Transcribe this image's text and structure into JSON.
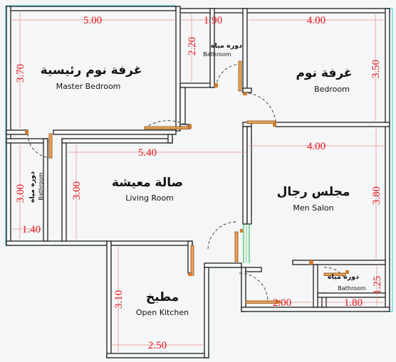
{
  "rooms": {
    "master_bedroom": {
      "ar": "غرفة نوم رئيسية",
      "en": "Master Bedroom",
      "width": "5.00",
      "height": "3.70"
    },
    "bath_top": {
      "ar": "دوره مياه",
      "en": "Bathroom",
      "width": "1.90",
      "height": "2.20"
    },
    "bedroom": {
      "ar": "غرفة نوم",
      "en": "Bedroom",
      "width": "4.00",
      "height": "3.50"
    },
    "bath_left": {
      "ar": "دوره مياه",
      "en": "Bathroom",
      "width": "1.40",
      "height": "3.00"
    },
    "living_room": {
      "ar": "صالة معيشة",
      "en": "Living Room",
      "width": "5.40",
      "height": "3.00"
    },
    "men_salon": {
      "ar": "مجلس رجال",
      "en": "Men Salon",
      "width": "4.00",
      "height": "3.80"
    },
    "kitchen": {
      "ar": "مطبخ",
      "en": "Open Kitchen",
      "width": "2.50",
      "height": "3.10"
    },
    "bath_right": {
      "ar": "دوره مياه",
      "en": "Bathroom",
      "width": "1.80",
      "height": "1.25",
      "extra": "2.00"
    }
  },
  "colors": {
    "dimension_text": "#e0141b",
    "outline": "#54d0dc",
    "wall": "#1f1f1f",
    "door": "#e9a35a"
  }
}
